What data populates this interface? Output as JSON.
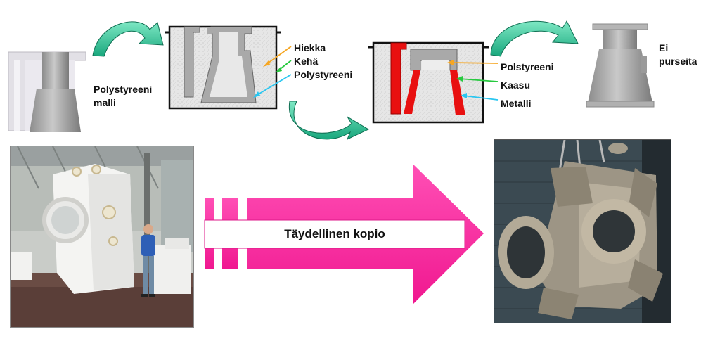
{
  "labels": {
    "pattern_label": [
      "Polystyreeni",
      "malli"
    ],
    "mold_labels": [
      "Hiekka",
      "Kehä",
      "Polystyreeni"
    ],
    "pour_labels": [
      "Polstyreeni",
      "Kaasu",
      "Metalli"
    ],
    "result_label": [
      "Ei",
      "purseita"
    ],
    "banner_text": "Täydellinen kopio"
  },
  "colors": {
    "flow_arrow": "#3fc8a0",
    "big_arrow": "#ff33a6",
    "metal": "#e81010",
    "sand": "#e4e4e4",
    "pattern": "#a9a9a9",
    "label_arrow_sand": "#f5a623",
    "label_arrow_frame": "#27c93f",
    "label_arrow_foam": "#29c6f0"
  },
  "icons": {
    "flow_arrow": "curved-arrow-icon",
    "big_arrow": "right-arrow-icon"
  }
}
